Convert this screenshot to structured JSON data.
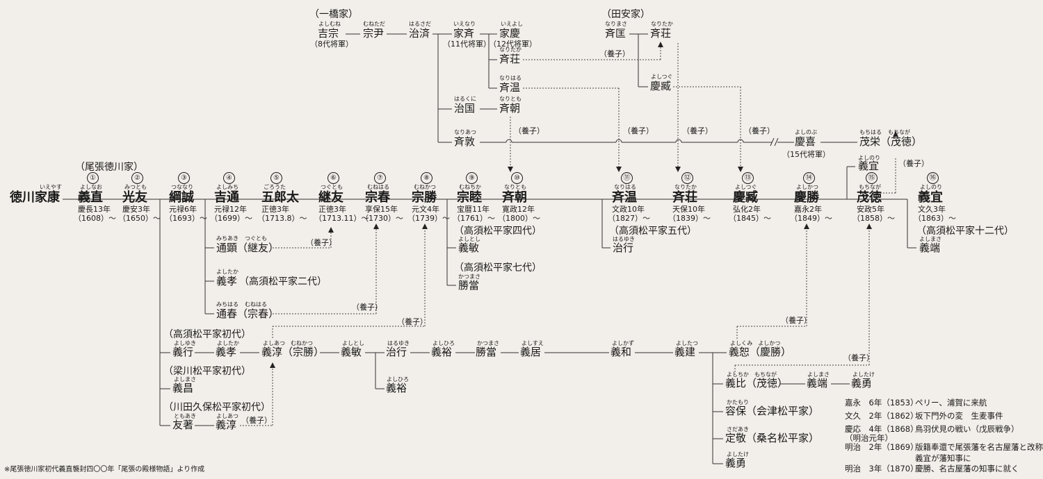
{
  "title_note": "※尾張徳川家初代義直襲封四〇〇年「尾張の殿様物語」より作成",
  "main_line": {
    "ieyasu": {
      "name": "徳川家康",
      "ruby": "いえやす"
    },
    "branch_label": "（尾張徳川家）",
    "lords": [
      {
        "num": "①",
        "name": "義直",
        "ruby": "よしなお",
        "era": "慶長13年",
        "year": "（1608）〜"
      },
      {
        "num": "②",
        "name": "光友",
        "ruby": "みつとも",
        "era": "慶安3年",
        "year": "（1650）〜"
      },
      {
        "num": "③",
        "name": "綱誠",
        "ruby": "つななり",
        "era": "元禄6年",
        "year": "（1693）〜"
      },
      {
        "num": "④",
        "name": "吉通",
        "ruby": "よしみち",
        "era": "元禄12年",
        "year": "（1699）〜"
      },
      {
        "num": "⑤",
        "name": "五郎太",
        "ruby": "ごろうた",
        "era": "正徳3年",
        "year": "（1713.8）〜"
      },
      {
        "num": "⑥",
        "name": "継友",
        "ruby": "つぐとも",
        "era": "正徳3年",
        "year": "（1713.11）〜"
      },
      {
        "num": "⑦",
        "name": "宗春",
        "ruby": "むねはる",
        "era": "享保15年",
        "year": "（1730）〜"
      },
      {
        "num": "⑧",
        "name": "宗勝",
        "ruby": "むねかつ",
        "era": "元文4年",
        "year": "（1739）〜"
      },
      {
        "num": "⑨",
        "name": "宗睦",
        "ruby": "むねちか",
        "era": "宝暦11年",
        "year": "（1761）〜"
      },
      {
        "num": "⑩",
        "name": "斉朝",
        "ruby": "なりとも",
        "era": "寛政12年",
        "year": "（1800）〜"
      },
      {
        "num": "⑪",
        "name": "斉温",
        "ruby": "なりはる",
        "era": "文政10年",
        "year": "（1827）〜"
      },
      {
        "num": "⑫",
        "name": "斉荘",
        "ruby": "なりたか",
        "era": "天保10年",
        "year": "（1839）〜"
      },
      {
        "num": "⑬",
        "name": "慶臧",
        "ruby": "よしつぐ",
        "era": "弘化2年",
        "year": "（1845）〜"
      },
      {
        "num": "⑭",
        "name": "慶勝",
        "ruby": "よしかつ",
        "era": "嘉永2年",
        "year": "（1849）〜"
      },
      {
        "num": "⑮",
        "name": "茂徳",
        "ruby": "もちなが",
        "era": "安政5年",
        "year": "（1858）〜"
      },
      {
        "num": "⑯",
        "name": "義宜",
        "ruby": "よしのり",
        "era": "文久3年",
        "year": "（1863）〜"
      }
    ]
  },
  "hitotsubashi": {
    "label": "（一橋家）",
    "yoshimune": {
      "name": "吉宗",
      "ruby": "よしむね",
      "note": "（8代将軍）"
    },
    "munetada": {
      "name": "宗尹",
      "ruby": "むねただ"
    },
    "harusada": {
      "name": "治済",
      "ruby": "はるさだ"
    },
    "ienari": {
      "name": "家斉",
      "ruby": "いえなり",
      "note": "（11代将軍）"
    },
    "ieyoshi": {
      "name": "家慶",
      "ruby": "いえよし",
      "note": "（12代将軍）"
    },
    "naritaka": {
      "name": "斉荘",
      "ruby": "なりたか"
    },
    "nariharu": {
      "name": "斉温",
      "ruby": "なりはる"
    },
    "harukuni": {
      "name": "治国",
      "ruby": "はるくに"
    },
    "naritomo": {
      "name": "斉朝",
      "ruby": "なりとも"
    },
    "nariatsu": {
      "name": "斉敦",
      "ruby": "なりあつ"
    },
    "yoshinobu": {
      "name": "慶喜",
      "ruby": "よしのぶ",
      "note": "（15代将軍）"
    },
    "mochiharu": {
      "name": "茂栄（茂徳）",
      "ruby1": "もちはる",
      "ruby2": "もちなが"
    }
  },
  "tayasu": {
    "label": "（田安家）",
    "narimasa": {
      "name": "斉匡",
      "ruby": "なりまさ"
    },
    "naritaka": {
      "name": "斉荘",
      "ruby": "なりたか"
    },
    "yoshitsugu": {
      "name": "慶臧",
      "ruby": "よしつぐ"
    }
  },
  "adoption_label": "（養子）",
  "side": {
    "michiaki": {
      "name": "通顕（継友）",
      "ruby1": "みちあき",
      "ruby2": "つぐとも"
    },
    "yoshitaka2": {
      "name": "義孝",
      "ruby": "よしたか",
      "note": "（高須松平家二代）"
    },
    "michiharu": {
      "name": "通春（宗春）",
      "ruby1": "みちはる",
      "ruby2": "むねはる"
    },
    "takasu4": {
      "label": "（高須松平家四代）",
      "name": "義敏",
      "ruby": "よしとし"
    },
    "takasu7": {
      "label": "（高須松平家七代）",
      "name": "勝當",
      "ruby": "かつまさ"
    },
    "takasu5": {
      "label": "（高須松平家五代）",
      "name": "治行",
      "ruby": "はるゆき"
    },
    "yoshinori_top": {
      "name": "義宜",
      "ruby": "よしのり"
    },
    "takasu12": {
      "label": "（高須松平家十二代）",
      "name": "義端",
      "ruby": "よしまさ"
    }
  },
  "takasu_line": {
    "label": "（高須松平家初代）",
    "items": [
      {
        "name": "義行",
        "ruby": "よしゆき"
      },
      {
        "name": "義孝",
        "ruby": "よしたか"
      },
      {
        "name": "義淳（宗勝）",
        "ruby": "よしあつ　むねかつ"
      },
      {
        "name": "義敏",
        "ruby": "よしとし"
      },
      {
        "name": "治行",
        "ruby": "はるゆき"
      },
      {
        "name": "義裕",
        "ruby": "よしひろ"
      },
      {
        "name": "勝當",
        "ruby": "かつまさ"
      },
      {
        "name": "義居",
        "ruby": "よしすえ"
      },
      {
        "name": "義和",
        "ruby": "よしかず"
      },
      {
        "name": "義建",
        "ruby": "よしたつ"
      },
      {
        "name": "義恕（慶勝）",
        "ruby": "よしくみ　よしかつ"
      }
    ],
    "yoshihiro2": {
      "name": "義裕",
      "ruby": "よしひろ"
    }
  },
  "yanagawa": {
    "label": "（梁川松平家初代）",
    "name": "義昌",
    "ruby": "よしまさ"
  },
  "kawada": {
    "label": "（川田久保松平家初代）",
    "name1": "友著",
    "ruby1": "ともあき",
    "name2": "義淳",
    "ruby2": "よしあつ"
  },
  "yoshitatsu_sons": {
    "yoshichika": {
      "name": "義比（茂徳）",
      "ruby": "よしちか　もちなが"
    },
    "yoshimasa": {
      "name": "義端",
      "ruby": "よしまさ"
    },
    "yoshitake": {
      "name": "義勇",
      "ruby": "よしたけ"
    },
    "katamori": {
      "name": "容保（会津松平家）",
      "ruby": "かたもり"
    },
    "sadaaki": {
      "name": "定敬（桑名松平家）",
      "ruby": "さだあき"
    },
    "yoshitake2": {
      "name": "義勇",
      "ruby": "よしたけ"
    }
  },
  "events": [
    {
      "era": "嘉永　6年（1853）",
      "text": "ペリー、浦賀に来航"
    },
    {
      "era": "文久　2年（1862）",
      "text": "坂下門外の変　生麦事件"
    },
    {
      "era": "慶応　4年（1868）",
      "text": "鳥羽伏見の戦い（戊辰戦争）"
    },
    {
      "era": "（明治元年）",
      "text": ""
    },
    {
      "era": "明治　2年（1869）",
      "text": "版籍奉還で尾張藩を名古屋藩と改称"
    },
    {
      "era": "",
      "text": "義宜が藩知事に"
    },
    {
      "era": "明治　3年（1870）",
      "text": "慶勝、名古屋藩の知事に就く"
    }
  ]
}
